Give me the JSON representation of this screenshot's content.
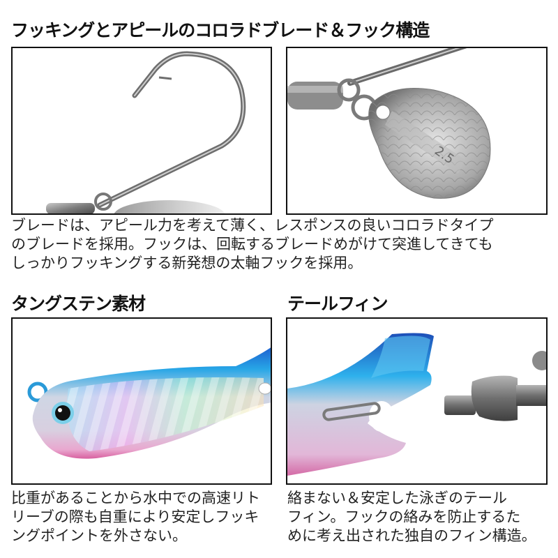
{
  "section1": {
    "title": "フッキングとアピールのコロラドブレード＆フック構造",
    "images": [
      {
        "alt": "hook-closeup",
        "subject": "Thick-shank single hook attached via split ring and swivel"
      },
      {
        "alt": "colorado-blade-closeup",
        "subject": "Silver colorado blade with scale pattern",
        "blade_mark": "2.5"
      }
    ],
    "description_lines": [
      "ブレードは、アピール力を考えて薄く、レスポンスの良いコロラドタイプ",
      "のブレードを採用。フックは、回転するブレードめがけて突進してきても",
      "しっかりフッキングする新発想の太軸フックを採用。"
    ]
  },
  "section2": {
    "title": "タングステン素材",
    "image": {
      "alt": "tungsten-lure-body",
      "subject": "Blue back, holographic side, pink belly lure body"
    },
    "description_lines": [
      "比重があることから水中での高速リト",
      "リーブの際も自重により安定しフッキ",
      "ングポイントを外さない。"
    ]
  },
  "section3": {
    "title": "テールフィン",
    "image": {
      "alt": "tail-fin-closeup",
      "subject": "Split tail fin connected to swivel via split ring"
    },
    "description_lines": [
      "絡まない＆安定した泳ぎのテール",
      "フィン。フックの絡みを防止するた",
      "めに考え出された独自のフィン構造。"
    ]
  },
  "colors": {
    "frame": "#111111",
    "lure_blue": "#1e8fd6",
    "lure_pink": "#e79ac4",
    "metal": "#8a8a8a"
  }
}
